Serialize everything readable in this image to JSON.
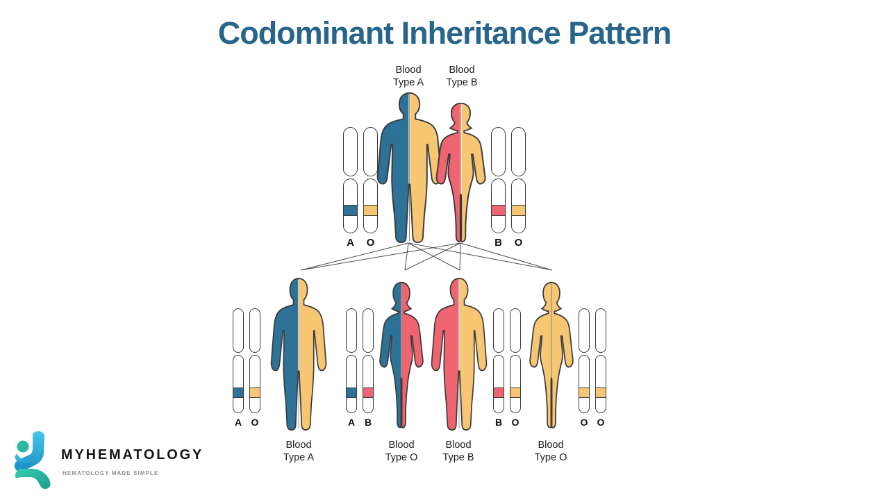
{
  "title": {
    "text": "Codominant Inheritance Pattern",
    "color": "#27658C"
  },
  "palette": {
    "blue": "#2E7397",
    "yellow": "#F6C673",
    "pink": "#EF6471",
    "outline": "#3A3A3A",
    "line": "#4A4A4A"
  },
  "parents": [
    {
      "name": "father",
      "sex": "male",
      "blood_label": [
        "Blood",
        "Type A"
      ],
      "halves": {
        "left": "#2E7397",
        "right": "#F6C673"
      },
      "alleles": [
        {
          "letter": "A",
          "color": "#2E7397"
        },
        {
          "letter": "O",
          "color": "#F6C673"
        }
      ]
    },
    {
      "name": "mother",
      "sex": "female",
      "blood_label": [
        "Blood",
        "Type B"
      ],
      "halves": {
        "left": "#EF6471",
        "right": "#F6C673"
      },
      "alleles": [
        {
          "letter": "B",
          "color": "#EF6471"
        },
        {
          "letter": "O",
          "color": "#F6C673"
        }
      ]
    }
  ],
  "children": [
    {
      "name": "child-1",
      "sex": "male",
      "blood_label": [
        "Blood",
        "Type A"
      ],
      "halves": {
        "left": "#2E7397",
        "right": "#F6C673"
      },
      "alleles": [
        {
          "letter": "A",
          "color": "#2E7397"
        },
        {
          "letter": "O",
          "color": "#F6C673"
        }
      ]
    },
    {
      "name": "child-2",
      "sex": "female",
      "blood_label": [
        "Blood",
        "Type O"
      ],
      "halves": {
        "left": "#2E7397",
        "right": "#EF6471"
      },
      "alleles": [
        {
          "letter": "A",
          "color": "#2E7397"
        },
        {
          "letter": "B",
          "color": "#EF6471"
        }
      ]
    },
    {
      "name": "child-3",
      "sex": "male",
      "blood_label": [
        "Blood",
        "Type B"
      ],
      "halves": {
        "left": "#EF6471",
        "right": "#F6C673"
      },
      "alleles": [
        {
          "letter": "B",
          "color": "#EF6471"
        },
        {
          "letter": "O",
          "color": "#F6C673"
        }
      ]
    },
    {
      "name": "child-4",
      "sex": "female",
      "blood_label": [
        "Blood",
        "Type O"
      ],
      "halves": {
        "left": "#F6C673",
        "right": "#F6C673"
      },
      "alleles": [
        {
          "letter": "O",
          "color": "#F6C673"
        },
        {
          "letter": "O",
          "color": "#F6C673"
        }
      ]
    }
  ],
  "logo": {
    "brand": "MYHEMATOLOGY",
    "tagline": "HEMATOLOGY MADE SIMPLE"
  }
}
